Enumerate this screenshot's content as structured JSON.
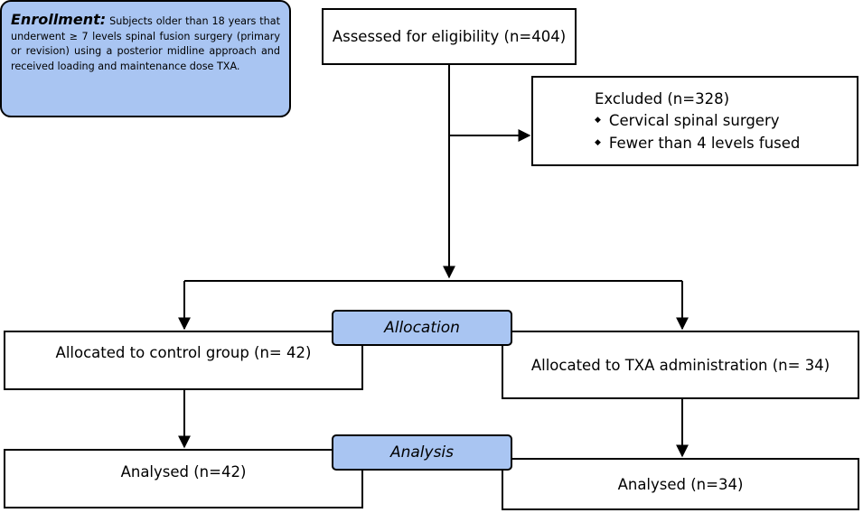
{
  "enrollment": {
    "heading": "Enrollment:",
    "text": "Subjects older than 18 years that underwent ≥ 7 levels spinal fusion surgery (primary or revision) using a posterior midline approach and received loading and maintenance dose TXA."
  },
  "assessed": {
    "label": "Assessed for eligibility (n=404)"
  },
  "excluded": {
    "title": "Excluded (n=328)",
    "items": [
      "Cervical spinal surgery",
      "Fewer than 4 levels fused"
    ]
  },
  "stages": {
    "allocation": "Allocation",
    "analysis": "Analysis"
  },
  "control_arm": {
    "allocated": "Allocated to control group (n= 42)",
    "analysed": "Analysed (n=42)"
  },
  "txa_arm": {
    "allocated": "Allocated to TXA administration (n= 34)",
    "analysed": "Analysed (n=34)"
  },
  "colors": {
    "stage_fill": "#a9c5f2",
    "line": "#000000",
    "background": "#ffffff"
  }
}
